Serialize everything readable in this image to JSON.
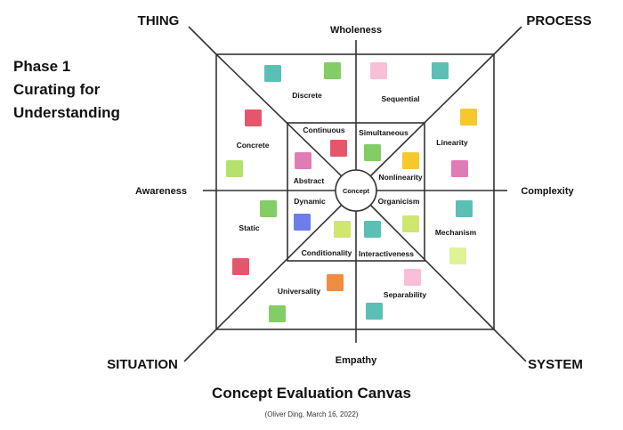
{
  "phase": {
    "line1": "Phase 1",
    "line2": "Curating for",
    "line3": "Understanding"
  },
  "corners": {
    "top_left": "THING",
    "top_right": "PROCESS",
    "bottom_left": "SITUATION",
    "bottom_right": "SYSTEM"
  },
  "axes": {
    "top": "Wholeness",
    "bottom": "Empathy",
    "left": "Awareness",
    "right": "Complexity"
  },
  "outer_segments": {
    "discrete": "Discrete",
    "sequential": "Sequential",
    "concrete": "Concrete",
    "linearity": "Linearity",
    "static": "Static",
    "mechanism": "Mechanism",
    "universality": "Universality",
    "separability": "Separability"
  },
  "inner_segments": {
    "continuous": "Continuous",
    "simultaneous": "Simultaneous",
    "abstract": "Abstract",
    "nonlinearity": "Nonlinearity",
    "dynamic": "Dynamic",
    "organicism": "Organicism",
    "conditionality": "Conditionality",
    "interactiveness": "Interactiveness"
  },
  "center": "Concept",
  "caption": {
    "title": "Concept Evaluation Canvas",
    "credit": "(Oliver Ding, March 16, 2022)"
  },
  "colors": {
    "teal": "#5cbfb5",
    "green": "#82cd66",
    "pink": "#f8bfd6",
    "red": "#e5566c",
    "yellow": "#f5c92c",
    "magenta": "#e07cb5",
    "lime": "#cfe66f",
    "blue": "#6e7de9",
    "orange": "#f28c41",
    "lightlime": "#e0f297",
    "lightgreen": "#b3e26d",
    "lines": "#333333"
  },
  "sticky_notes": [
    {
      "color": "teal"
    },
    {
      "color": "green"
    },
    {
      "color": "pink"
    },
    {
      "color": "teal"
    },
    {
      "color": "red"
    },
    {
      "color": "yellow"
    },
    {
      "color": "red"
    },
    {
      "color": "green"
    },
    {
      "color": "lightgreen"
    },
    {
      "color": "magenta"
    },
    {
      "color": "yellow"
    },
    {
      "color": "magenta"
    },
    {
      "color": "green"
    },
    {
      "color": "teal"
    },
    {
      "color": "blue"
    },
    {
      "color": "lime"
    },
    {
      "color": "teal"
    },
    {
      "color": "lime"
    },
    {
      "color": "lightlime"
    },
    {
      "color": "red"
    },
    {
      "color": "orange"
    },
    {
      "color": "pink"
    },
    {
      "color": "green"
    },
    {
      "color": "teal"
    }
  ]
}
